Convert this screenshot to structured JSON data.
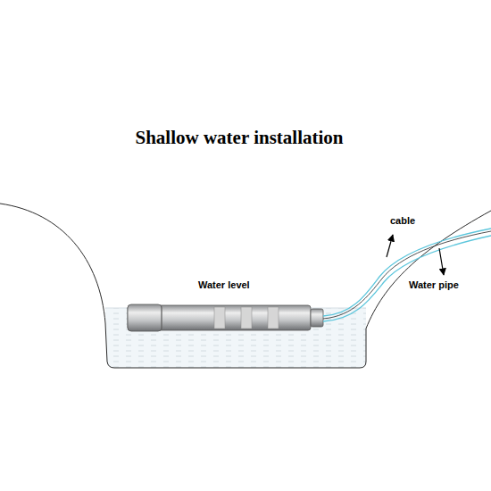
{
  "diagram": {
    "title": "Shallow water installation",
    "labels": [
      "Water level",
      "cable",
      "Water pipe"
    ]
  }
}
